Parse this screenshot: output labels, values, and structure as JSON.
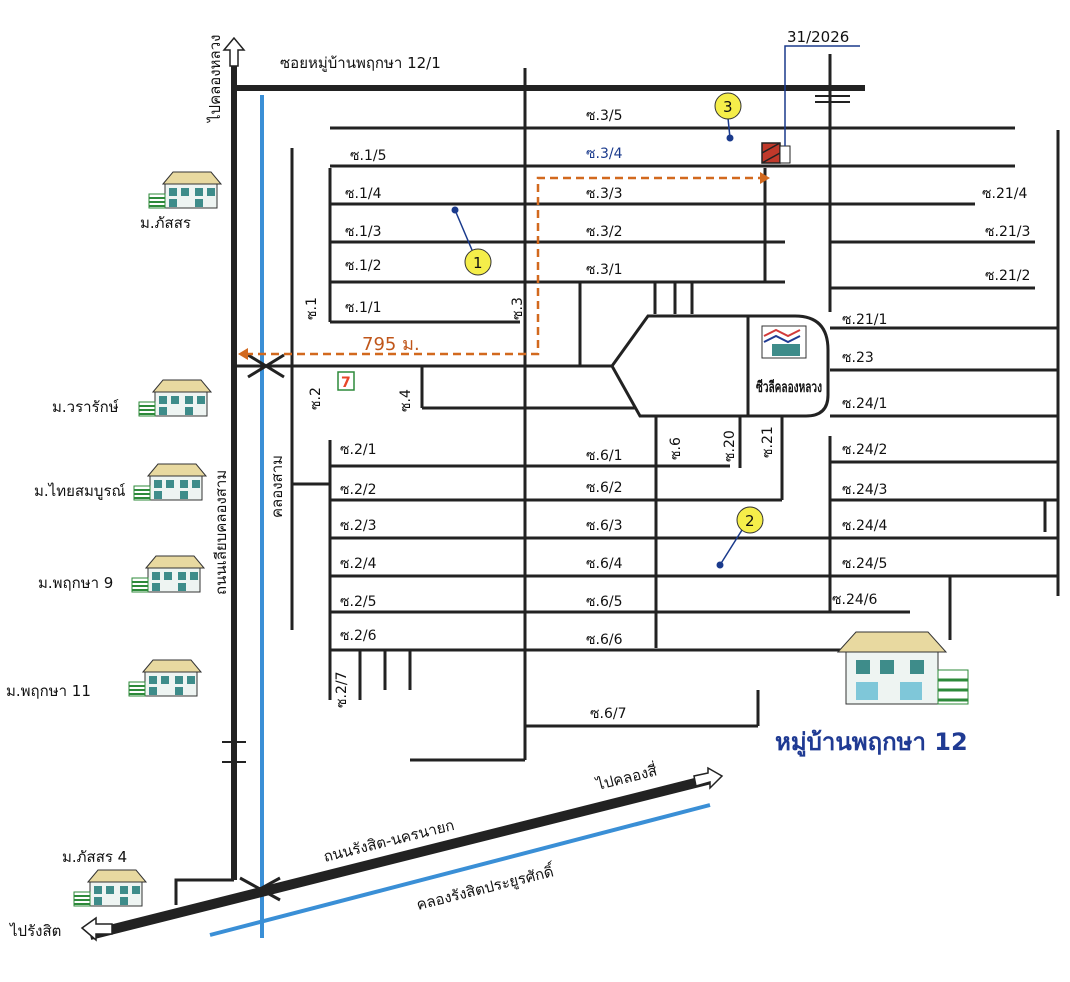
{
  "title": "หมู่บ้านพฤกษา 12",
  "house_number": "31/2026",
  "distance_label": "795 ม.",
  "roads": {
    "top_soi": "ซอยหมู่บ้านพฤกษา 12/1",
    "main_left": "ถนนเลียบคลองสาม",
    "canal_left": "คลองสาม",
    "highway": "ถนนรังสิต-นครนายก",
    "canal_bottom": "คลองรังสิตประยูรศักดิ์",
    "to_top": "ไปคลองหลวง",
    "to_right": "ไปคลองสี่",
    "to_left": "ไปรังสิต"
  },
  "villages": [
    "ม.ภัสสร",
    "ม.วรารักษ์",
    "ม.ไทยสมบูรณ์",
    "ม.พฤกษา 9",
    "ม.พฤกษา 11",
    "ม.ภัสสร 4"
  ],
  "center_label": "ซีวลีคลองหลวง",
  "markers": [
    "1",
    "2",
    "3"
  ],
  "soi": {
    "s1_5": "ซ.1/5",
    "s1_4": "ซ.1/4",
    "s1_3": "ซ.1/3",
    "s1_2": "ซ.1/2",
    "s1_1": "ซ.1/1",
    "s3_5": "ซ.3/5",
    "s3_4": "ซ.3/4",
    "s3_3": "ซ.3/3",
    "s3_2": "ซ.3/2",
    "s3_1": "ซ.3/1",
    "s21_4": "ซ.21/4",
    "s21_3": "ซ.21/3",
    "s21_2": "ซ.21/2",
    "s21_1": "ซ.21/1",
    "s23": "ซ.23",
    "s24_1": "ซ.24/1",
    "s24_2": "ซ.24/2",
    "s24_3": "ซ.24/3",
    "s24_4": "ซ.24/4",
    "s24_5": "ซ.24/5",
    "s24_6": "ซ.24/6",
    "s2_1": "ซ.2/1",
    "s2_2": "ซ.2/2",
    "s2_3": "ซ.2/3",
    "s2_4": "ซ.2/4",
    "s2_5": "ซ.2/5",
    "s2_6": "ซ.2/6",
    "s2_7": "ซ.2/7",
    "s6_1": "ซ.6/1",
    "s6_2": "ซ.6/2",
    "s6_3": "ซ.6/3",
    "s6_4": "ซ.6/4",
    "s6_5": "ซ.6/5",
    "s6_6": "ซ.6/6",
    "s6_7": "ซ.6/7",
    "s1": "ซ.1",
    "s2": "ซ.2",
    "s3": "ซ.3",
    "s4": "ซ.4",
    "s6": "ซ.6",
    "s20": "ซ.20",
    "s21": "ซ.21"
  },
  "colors": {
    "canal": "#3a8fd6",
    "route": "#d2691e",
    "title": "#1f3a93",
    "marker": "#f5ee4a"
  }
}
